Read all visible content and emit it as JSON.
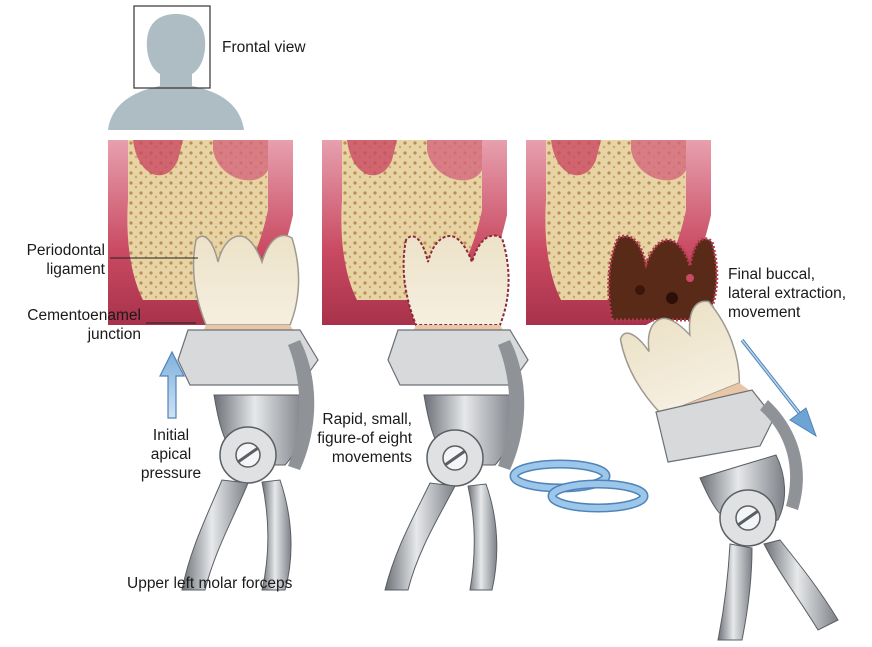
{
  "frontal_view": {
    "label": "Frontal view"
  },
  "labels": {
    "periodontal_ligament": [
      "Periodontal",
      "ligament"
    ],
    "cementoenamel_junction": [
      "Cementoenamel",
      "junction"
    ],
    "initial_apical_pressure": [
      "Initial",
      "apical",
      "pressure"
    ],
    "forceps": "Upper left molar forceps",
    "figure_of_eight": [
      "Rapid, small,",
      "figure-of eight",
      "movements"
    ],
    "final_movement": [
      "Final buccal,",
      "lateral extraction,",
      "movement"
    ]
  },
  "figure_of_eight_symbol": "8",
  "colors": {
    "gum": "#c94a62",
    "gum_light": "#e39aa8",
    "bone": "#e8d3a4",
    "bone_dark": "#b98e55",
    "tooth": "#f2e6c9",
    "crown": "#dedcd6",
    "forceps": "#b9bcc0",
    "forceps_dark": "#6c7076",
    "arrow": "#a9c8e6",
    "arrow_dark": "#4f84b8",
    "eight": "#8cbbe3",
    "silhouette": "#aebcc4"
  }
}
